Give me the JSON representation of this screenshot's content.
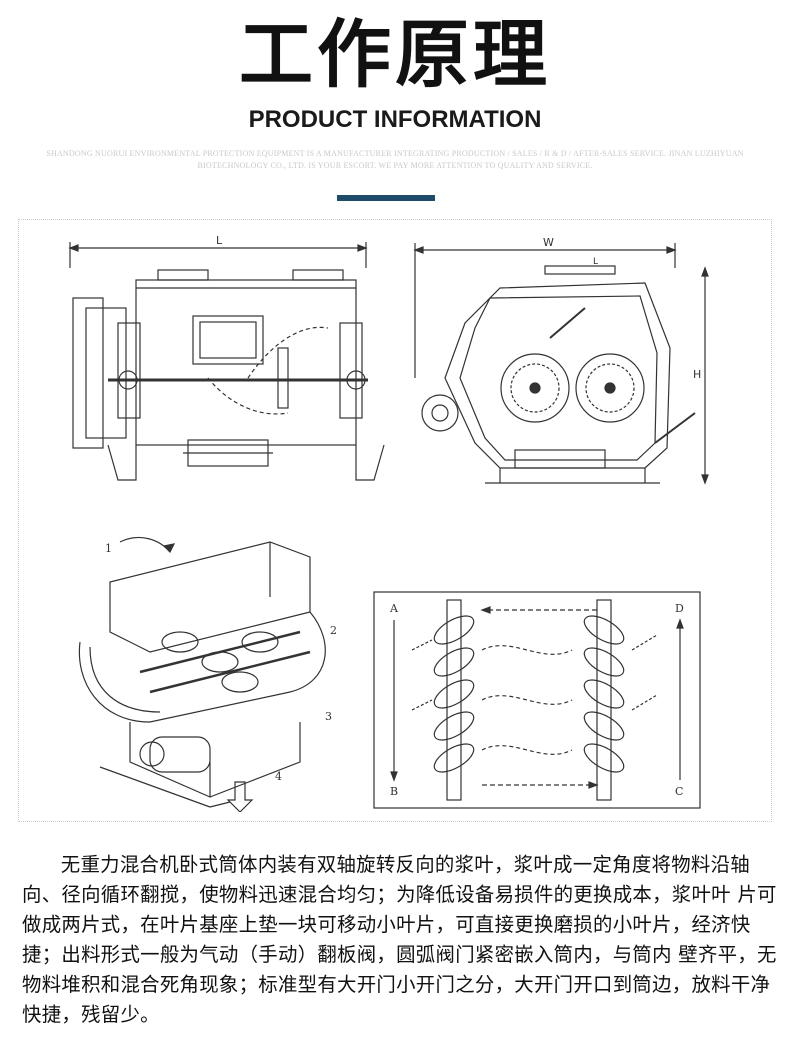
{
  "header": {
    "title": "工作原理",
    "subtitle": "PRODUCT INFORMATION",
    "fine_print": "SHANDONG NUORUI ENVIRONMENTAL PROTECTION EQUIPMENT IS A MANUFACTURER INTEGRATING PRODUCTION / SALES / R & D / AFTER-SALES SERVICE. JINAN LUZHIYUAN BIOTECHNOLOGY CO., LTD. IS YOUR ESCORT. WE PAY MORE ATTENTION TO QUALITY AND SERVICE.",
    "accent_color": "#1e4b6a"
  },
  "drawings": {
    "front_view": {
      "dimension_label": "L"
    },
    "side_view": {
      "width_label": "W",
      "height_label": "H",
      "small_label": "L"
    },
    "cutaway": {
      "callouts": [
        "1",
        "2",
        "3",
        "4"
      ]
    },
    "flow_diagram": {
      "corner_labels": [
        "A",
        "B",
        "C",
        "D"
      ]
    }
  },
  "description": "无重力混合机卧式筒体内装有双轴旋转反向的浆叶，浆叶成一定角度将物料沿轴向、径向循环翻搅，使物料迅速混合均匀；为降低设备易损件的更换成本，浆叶叶 片可做成两片式，在叶片基座上垫一块可移动小叶片，可直接更换磨损的小叶片，经济快捷；出料形式一般为气动（手动）翻板阀，圆弧阀门紧密嵌入筒内，与筒内 壁齐平，无物料堆积和混合死角现象；标准型有大开门小开门之分，大开门开口到筒边，放料干净快捷，残留少。"
}
